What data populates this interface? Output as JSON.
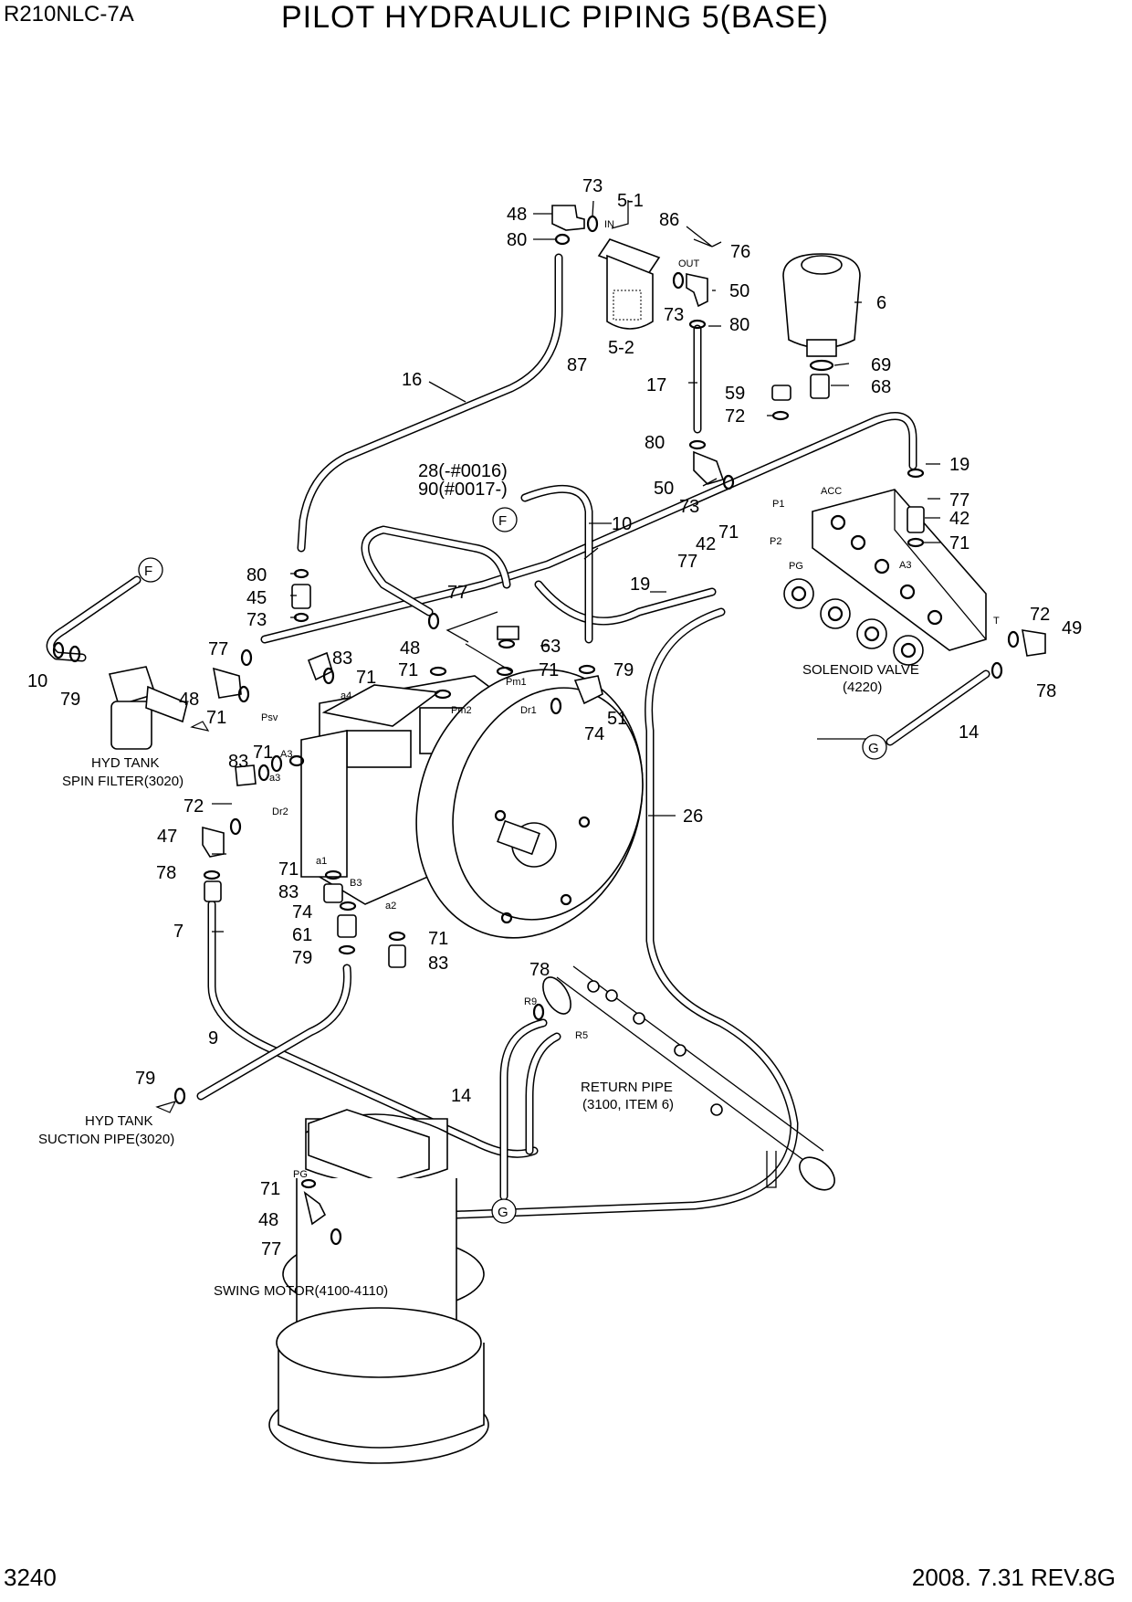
{
  "header": {
    "model": "R210NLC-7A",
    "title": "PILOT HYDRAULIC PIPING 5(BASE)"
  },
  "footer": {
    "page_number": "3240",
    "revision": "2008. 7.31  REV.8G"
  },
  "notes": {
    "hyd_tank_spin_filter": [
      "HYD TANK",
      "SPIN FILTER(3020)"
    ],
    "hyd_tank_suction_pipe": [
      "HYD TANK",
      "SUCTION PIPE(3020)"
    ],
    "solenoid_valve": [
      "SOLENOID VALVE",
      "(4220)"
    ],
    "return_pipe": [
      "RETURN PIPE",
      "(3100, ITEM 6)"
    ],
    "swing_motor": "SWING MOTOR(4100-4110)",
    "part_28_90": [
      "28(-#0016)",
      "90(#0017-)"
    ]
  },
  "connectors": {
    "F": "F",
    "G": "G"
  },
  "ports": {
    "IN": "IN",
    "OUT": "OUT",
    "ACC": "ACC",
    "P1": "P1",
    "P2": "P2",
    "PG": "PG",
    "A3": "A3",
    "T": "T",
    "Psv": "Psv",
    "a4": "a4",
    "Pm2": "Pm2",
    "Pm1": "Pm1",
    "Dr1": "Dr1",
    "a3": "a3",
    "Dr2": "Dr2",
    "a1": "a1",
    "B3": "B3",
    "a2": "a2",
    "R9": "R9",
    "R5": "R5"
  },
  "part_numbers": {
    "p73": "73",
    "p5_1": "5-1",
    "p48": "48",
    "p80": "80",
    "p86": "86",
    "p76": "76",
    "p50": "50",
    "p6": "6",
    "p87": "87",
    "p5_2": "5-2",
    "p69": "69",
    "p68": "68",
    "p16": "16",
    "p17": "17",
    "p59": "59",
    "p72": "72",
    "p19": "19",
    "p77": "77",
    "p42": "42",
    "p71": "71",
    "p10": "10",
    "p45": "45",
    "p79": "79",
    "p63": "63",
    "p83": "83",
    "p51": "51",
    "p74": "74",
    "p49": "49",
    "p78": "78",
    "p14": "14",
    "p26": "26",
    "p47": "47",
    "p7": "7",
    "p61": "61",
    "p9": "9"
  }
}
